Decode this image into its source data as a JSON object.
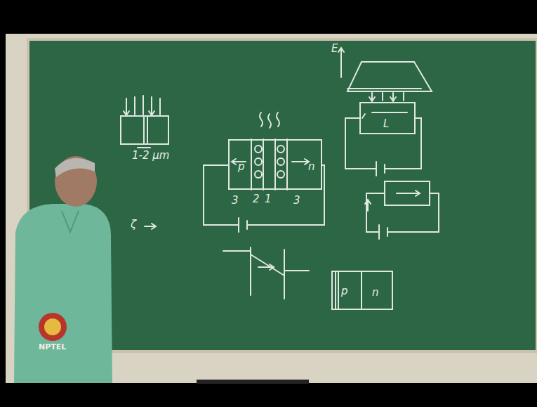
{
  "diagram": {
    "nodes": [
      {
        "text": [
          "p",
          "n"
        ]
      },
      {
        "text": [
          "L"
        ]
      },
      {
        "text": [
          "p",
          "n"
        ]
      }
    ],
    "labels": [
      "1-2 μm",
      "3",
      "2",
      "1",
      "3",
      "E",
      "ζ",
      "NPTEL"
    ]
  }
}
